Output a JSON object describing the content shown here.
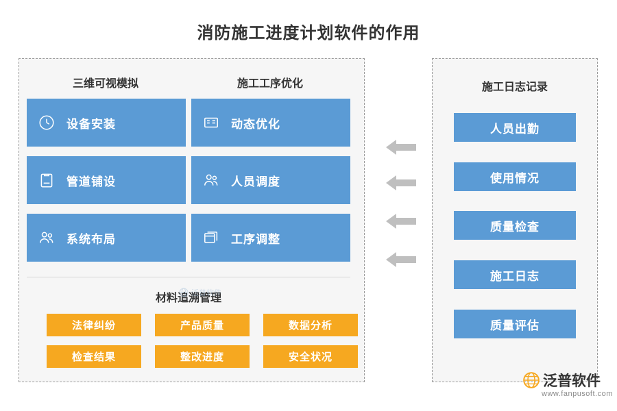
{
  "page_title": "消防施工进度计划软件的作用",
  "left_panel": {
    "column_headings": [
      "三维可视模拟",
      "施工工序优化"
    ],
    "cards": [
      {
        "label": "设备安装",
        "icon": "clock-icon"
      },
      {
        "label": "管道铺设",
        "icon": "clipboard-icon"
      },
      {
        "label": "系统布局",
        "icon": "people-icon"
      },
      {
        "label": "动态优化",
        "icon": "document-list-icon"
      },
      {
        "label": "人员调度",
        "icon": "people-icon"
      },
      {
        "label": "工序调整",
        "icon": "window-stack-icon"
      }
    ],
    "material_heading": "材料追溯管理",
    "material_chips": [
      "法律纠纷",
      "产品质量",
      "数据分析",
      "检查结果",
      "整改进度",
      "安全状况"
    ]
  },
  "arrows": {
    "count": 4,
    "direction": "left",
    "icon": "arrow-left-icon",
    "color": "#bfbfbf"
  },
  "right_panel": {
    "heading": "施工日志记录",
    "cards": [
      "人员出勤",
      "使用情况",
      "质量检查",
      "施工日志",
      "质量评估"
    ]
  },
  "watermark": {
    "center_text": "泛普软件",
    "icon": "globe-icon"
  },
  "logo": {
    "text": "泛普软件",
    "url": "www.fanpusoft.com",
    "icon": "globe-icon"
  },
  "colors": {
    "blue": "#5b9bd5",
    "orange": "#f6a820",
    "panel_bg": "#f6f6f6",
    "panel_border": "#9a9a9a",
    "arrow": "#bfbfbf",
    "title": "#333333"
  }
}
